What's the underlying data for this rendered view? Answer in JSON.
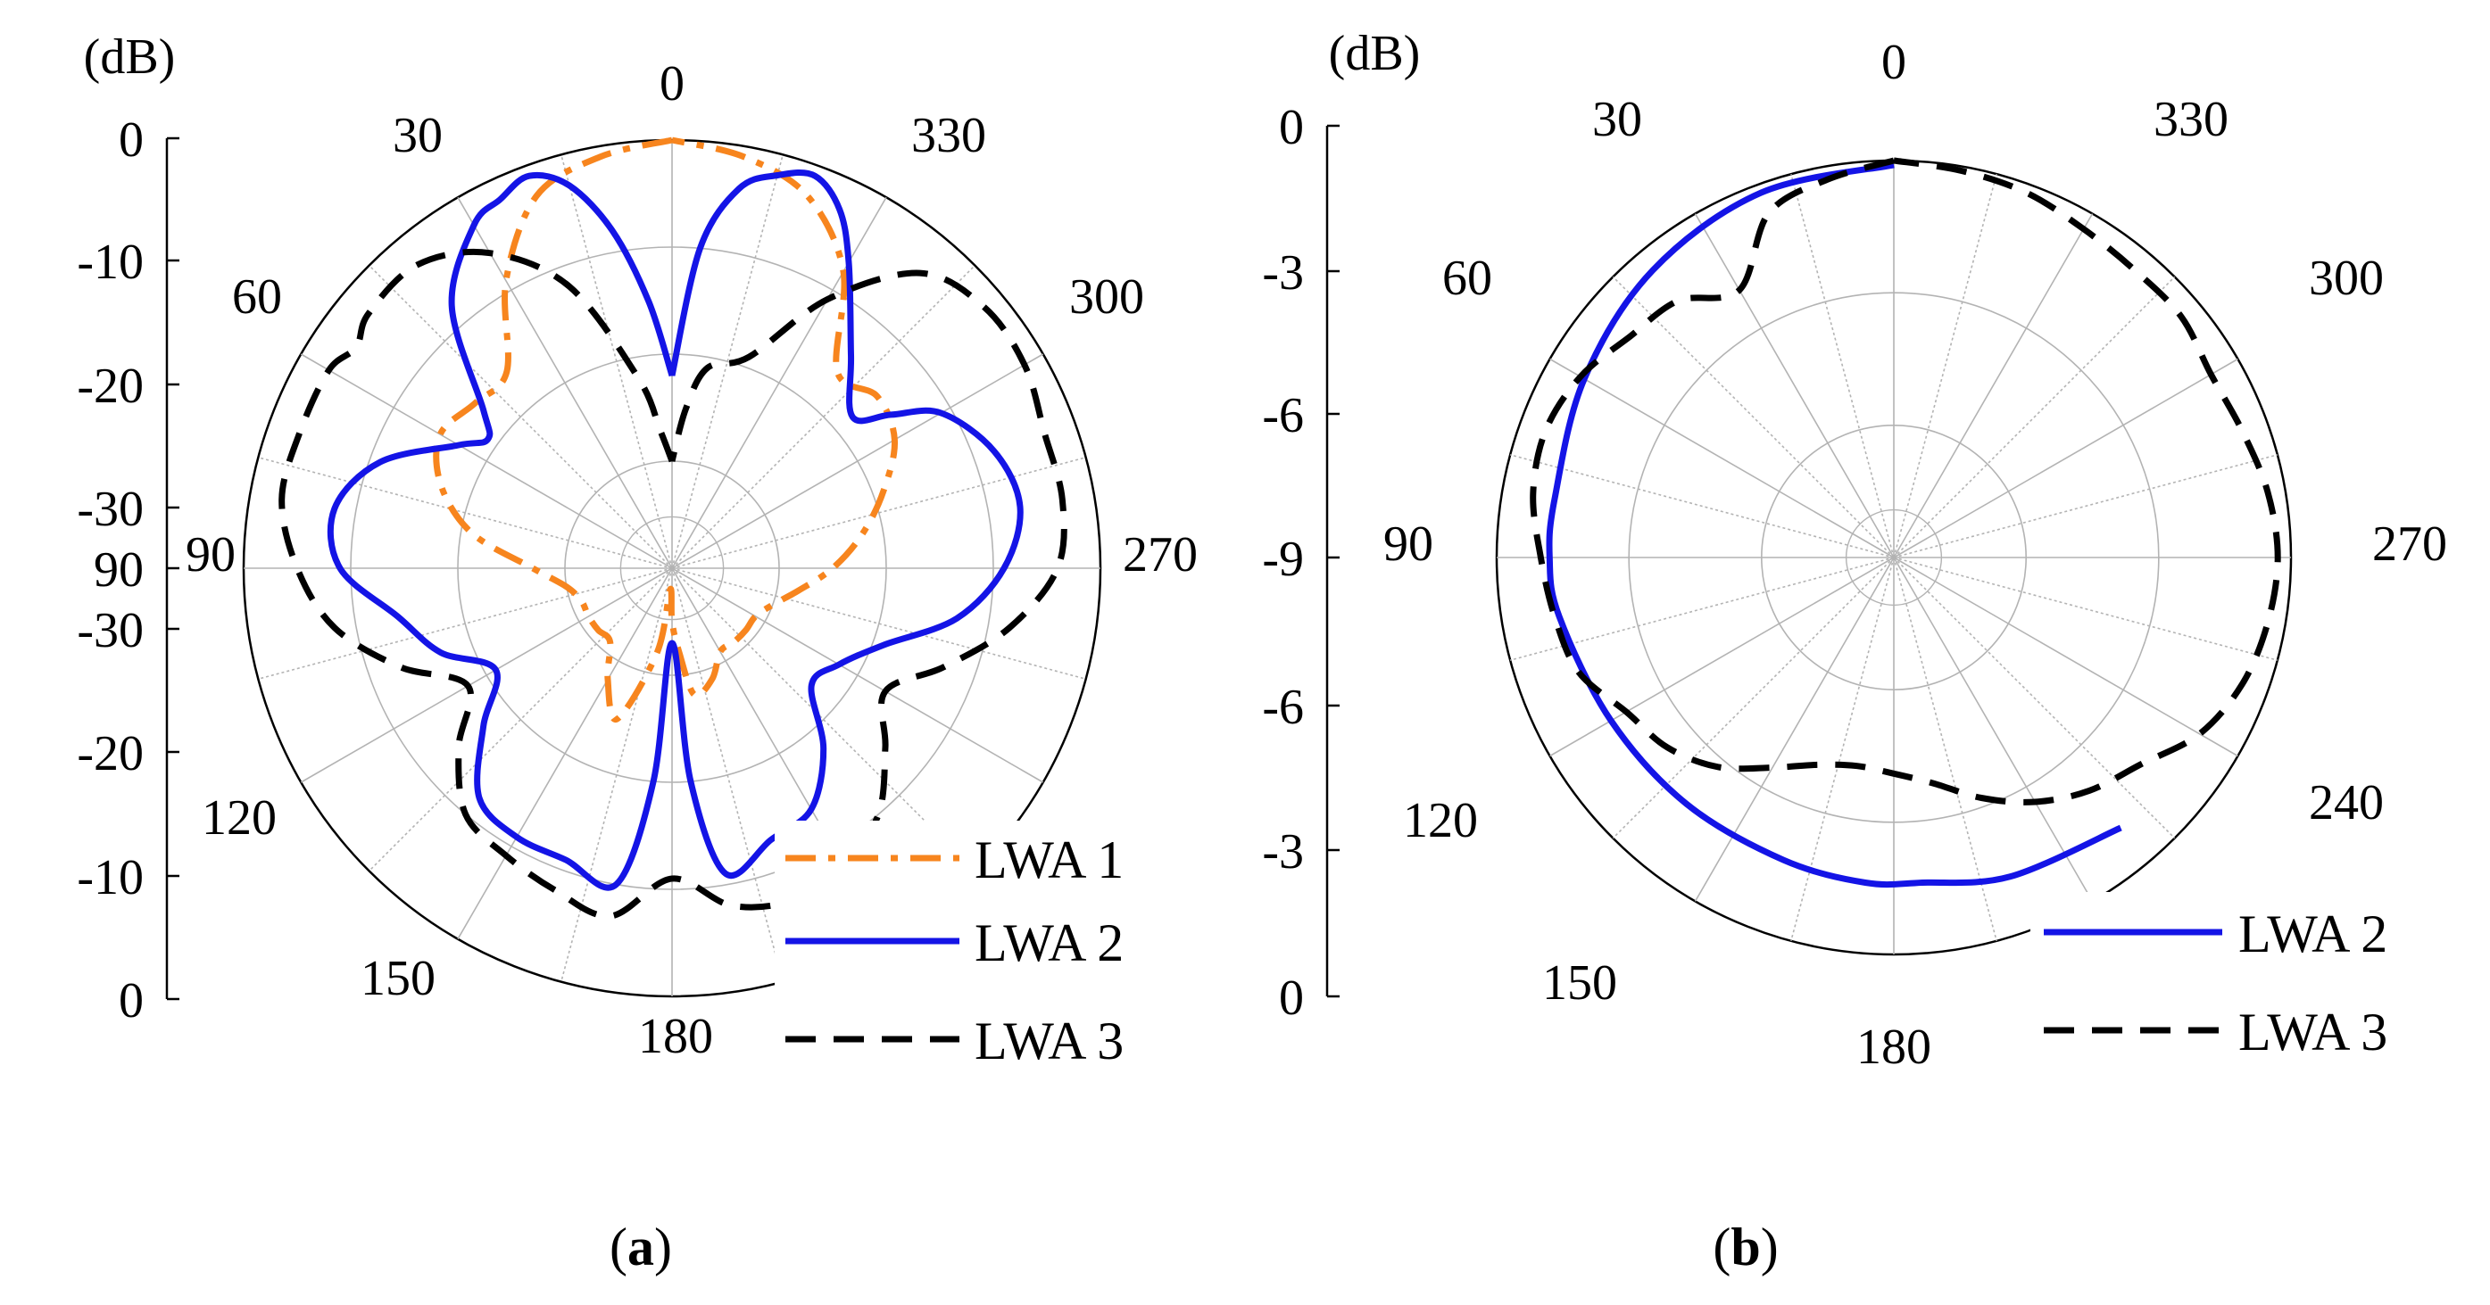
{
  "chart_data": [
    {
      "type": "polar",
      "panel": "a",
      "caption": {
        "open": "(",
        "letter": "a",
        "close": ")"
      },
      "unit_label": "(dB)",
      "r_ticks_top": [
        "0",
        "-10",
        "-20",
        "-30"
      ],
      "r_ticks_bottom": [
        "-30",
        "-20",
        "-10",
        "0"
      ],
      "center_tick": "90",
      "rlim": [
        -40,
        0
      ],
      "angle_labels": [
        "0",
        "30",
        "60",
        "90",
        "120",
        "150",
        "180",
        "270",
        "300",
        "330"
      ],
      "angle_direction": "counterclockwise, 0 at top",
      "series": [
        {
          "name": "LWA 1",
          "color": "#f7851e",
          "dash": "dashdot",
          "theta": [
            0,
            10,
            20,
            30,
            40,
            50,
            60,
            70,
            80,
            90,
            100,
            110,
            120,
            130,
            140,
            150,
            160,
            170,
            175,
            180,
            185,
            190,
            200,
            210,
            220,
            230,
            240,
            250,
            260,
            270,
            280,
            290,
            300,
            310,
            320,
            330,
            340,
            350,
            360
          ],
          "r_db": [
            0,
            -1,
            -3,
            -9,
            -16,
            -16,
            -15,
            -17,
            -21,
            -27,
            -30,
            -31,
            -31,
            -31,
            -31,
            -28,
            -25,
            -32,
            -38,
            -35,
            -32,
            -28,
            -29,
            -31,
            -31,
            -31,
            -31,
            -30,
            -28,
            -25,
            -22,
            -19,
            -16,
            -15,
            -16,
            -8,
            -3,
            -1,
            0
          ]
        },
        {
          "name": "LWA 2",
          "color": "#1414e6",
          "dash": "solid",
          "theta": [
            0,
            5,
            10,
            15,
            20,
            25,
            30,
            40,
            50,
            55,
            60,
            70,
            80,
            90,
            100,
            110,
            120,
            130,
            140,
            150,
            160,
            170,
            175,
            180,
            185,
            190,
            200,
            210,
            220,
            230,
            240,
            250,
            260,
            270,
            280,
            290,
            300,
            305,
            310,
            320,
            330,
            335,
            340,
            345,
            350,
            355,
            360
          ],
          "r_db": [
            -22,
            -15,
            -8,
            -3,
            -1,
            -2,
            -3,
            -8,
            -17,
            -19,
            -17,
            -11,
            -8,
            -9,
            -14,
            -17,
            -21,
            -17,
            -12,
            -11,
            -11,
            -10,
            -20,
            -33,
            -20,
            -11,
            -13,
            -14,
            -18,
            -23,
            -22,
            -19,
            -13,
            -9,
            -7,
            -8,
            -11,
            -15,
            -18,
            -14,
            -7,
            -3,
            -1,
            -2,
            -4,
            -10,
            -22
          ]
        },
        {
          "name": "LWA 3",
          "color": "#000000",
          "dash": "dashed",
          "theta": [
            0,
            5,
            10,
            20,
            30,
            40,
            50,
            55,
            60,
            70,
            80,
            90,
            100,
            110,
            120,
            130,
            140,
            150,
            160,
            170,
            180,
            190,
            200,
            210,
            220,
            230,
            240,
            250,
            260,
            270,
            280,
            290,
            300,
            310,
            320,
            330,
            340,
            350,
            355,
            360
          ],
          "r_db": [
            -30,
            -27,
            -22,
            -12,
            -6,
            -3,
            -3,
            -4,
            -3,
            -3,
            -3,
            -5,
            -8,
            -13,
            -18,
            -14,
            -10,
            -9,
            -8,
            -7,
            -11,
            -8,
            -7,
            -8,
            -10,
            -14,
            -17,
            -13,
            -8,
            -4,
            -3,
            -3,
            -2,
            -2,
            -4,
            -11,
            -19,
            -21,
            -25,
            -30
          ]
        }
      ]
    },
    {
      "type": "polar",
      "panel": "b",
      "caption": {
        "open": "(",
        "letter": "b",
        "close": ")"
      },
      "unit_label": "(dB)",
      "r_ticks_top": [
        "0",
        "-3",
        "-6"
      ],
      "r_ticks_bottom": [
        "-6",
        "-3",
        "0"
      ],
      "center_tick": "-9",
      "rlim": [
        -9,
        0
      ],
      "angle_labels": [
        "0",
        "30",
        "60",
        "90",
        "120",
        "150",
        "180",
        "240",
        "270",
        "300",
        "330"
      ],
      "angle_direction": "counterclockwise, 0 at top",
      "series": [
        {
          "name": "LWA 2",
          "color": "#1414e6",
          "dash": "solid",
          "theta": [
            0,
            20,
            40,
            60,
            80,
            90,
            100,
            120,
            140,
            160,
            175,
            185,
            200,
            220
          ],
          "r_db": [
            -0.1,
            -0.2,
            -0.5,
            -0.9,
            -1.2,
            -1.2,
            -1.3,
            -1.6,
            -1.7,
            -1.7,
            -1.6,
            -1.6,
            -1.3,
            -1.0
          ]
        },
        {
          "name": "LWA 3",
          "color": "#000000",
          "dash": "dashed",
          "theta": [
            0,
            10,
            20,
            30,
            40,
            50,
            60,
            70,
            80,
            90,
            100,
            110,
            120,
            130,
            140,
            150,
            160,
            170,
            180,
            190,
            200,
            210,
            220,
            230,
            240,
            250,
            260,
            270,
            280,
            290,
            300,
            310,
            320,
            330,
            340,
            350,
            360
          ],
          "r_db": [
            0,
            -0.3,
            -0.7,
            -2.0,
            -1.4,
            -1.2,
            -0.8,
            -0.6,
            -0.7,
            -1.0,
            -1.2,
            -1.4,
            -2.0,
            -2.3,
            -2.8,
            -3.5,
            -4.0,
            -4.2,
            -4.1,
            -3.8,
            -3.2,
            -2.6,
            -2.1,
            -1.7,
            -1.0,
            -0.6,
            -0.4,
            -0.3,
            -0.4,
            -0.6,
            -0.7,
            -0.5,
            -0.5,
            -0.4,
            -0.2,
            -0.1,
            0
          ]
        }
      ]
    }
  ]
}
